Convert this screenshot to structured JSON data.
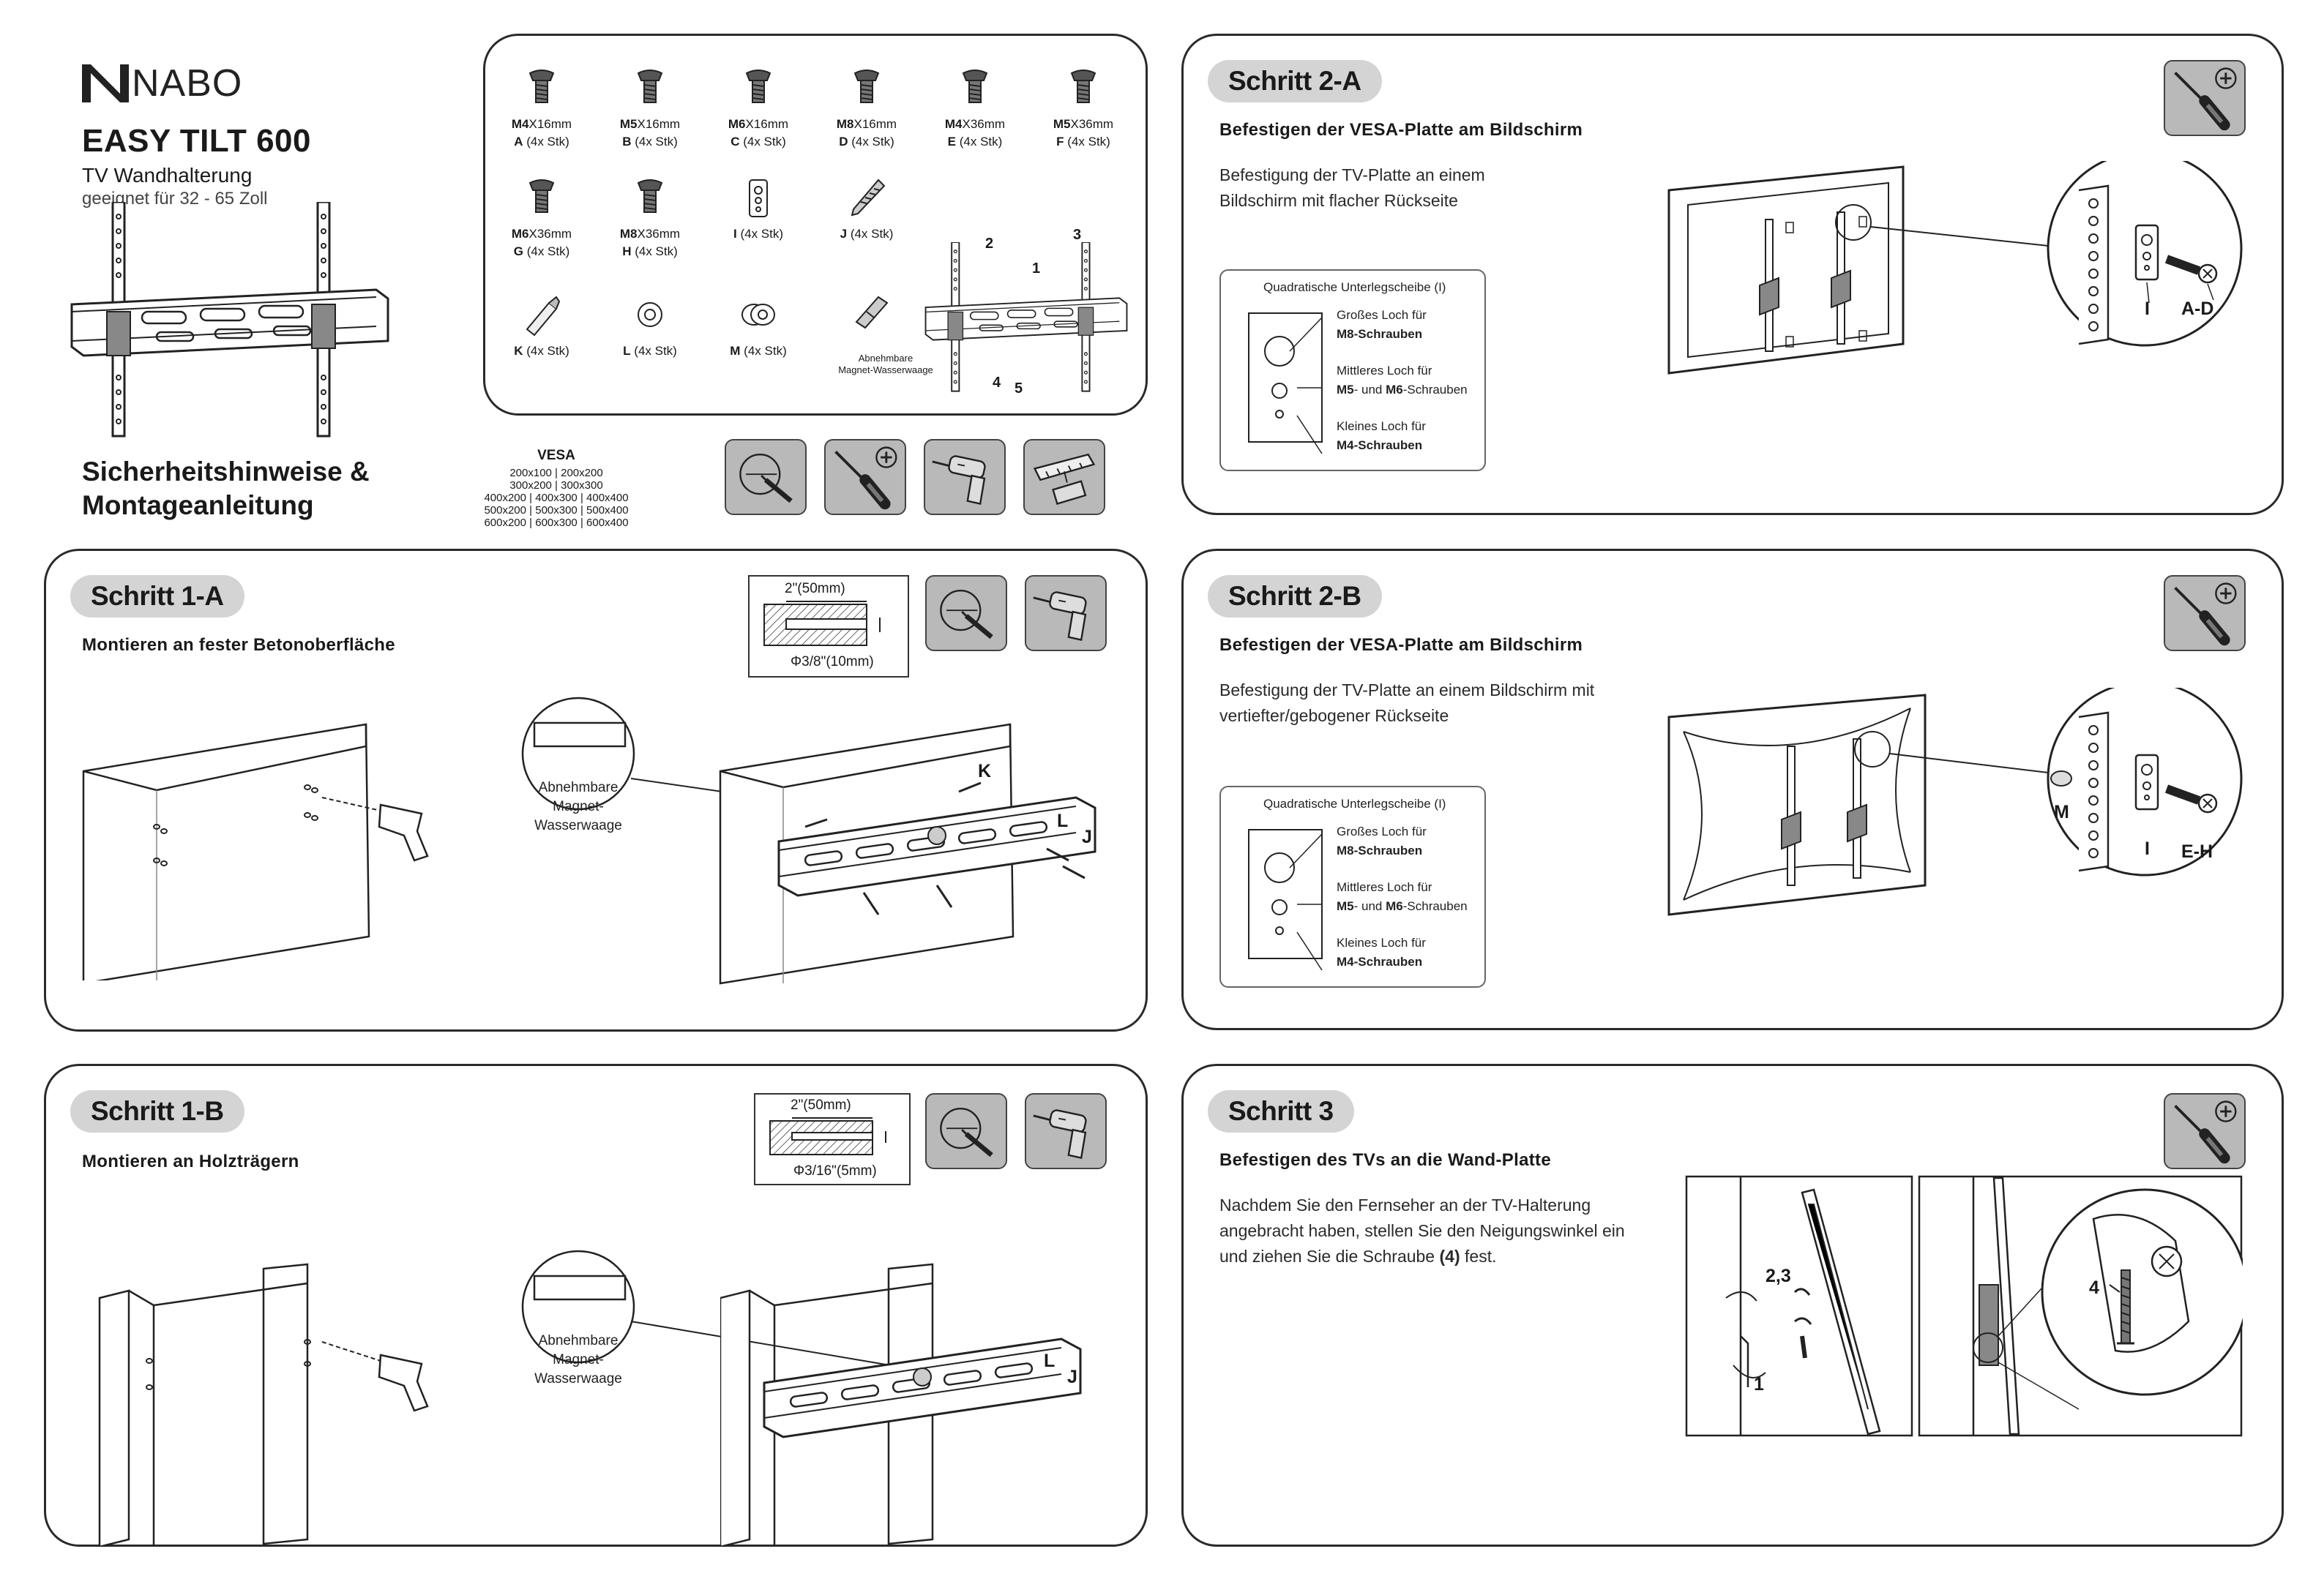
{
  "header": {
    "brand": "NABO",
    "product": "EASY TILT 600",
    "subtitle": "TV Wandhalterung",
    "suitable": "geeignet für 32 - 65 Zoll",
    "manual_title_line1": "Sicherheitshinweise &",
    "manual_title_line2": "Montageanleitung"
  },
  "parts": [
    {
      "size_bold": "M4",
      "size_rest": "X16mm",
      "id": "A",
      "qty": "(4x Stk)"
    },
    {
      "size_bold": "M5",
      "size_rest": "X16mm",
      "id": "B",
      "qty": "(4x Stk)"
    },
    {
      "size_bold": "M6",
      "size_rest": "X16mm",
      "id": "C",
      "qty": "(4x Stk)"
    },
    {
      "size_bold": "M8",
      "size_rest": "X16mm",
      "id": "D",
      "qty": "(4x Stk)"
    },
    {
      "size_bold": "M4",
      "size_rest": "X36mm",
      "id": "E",
      "qty": "(4x Stk)"
    },
    {
      "size_bold": "M5",
      "size_rest": "X36mm",
      "id": "F",
      "qty": "(4x Stk)"
    },
    {
      "size_bold": "M6",
      "size_rest": "X36mm",
      "id": "G",
      "qty": "(4x Stk)"
    },
    {
      "size_bold": "M8",
      "size_rest": "X36mm",
      "id": "H",
      "qty": "(4x Stk)"
    },
    {
      "size_bold": "",
      "size_rest": "",
      "id": "I",
      "qty": "(4x Stk)"
    },
    {
      "size_bold": "",
      "size_rest": "",
      "id": "J",
      "qty": "(4x Stk)"
    },
    {
      "size_bold": "",
      "size_rest": "",
      "id": "K",
      "qty": "(4x Stk)"
    },
    {
      "size_bold": "",
      "size_rest": "",
      "id": "L",
      "qty": "(4x Stk)"
    },
    {
      "size_bold": "",
      "size_rest": "",
      "id": "M",
      "qty": "(4x Stk)"
    }
  ],
  "level_part": {
    "line1": "Abnehmbare",
    "line2": "Magnet-Wasserwaage"
  },
  "bracket_callouts": [
    "1",
    "2",
    "3",
    "4",
    "5"
  ],
  "vesa": {
    "title": "VESA",
    "rows": [
      "200x100 | 200x200",
      "300x200 | 300x300",
      "400x200 | 400x300 | 400x400",
      "500x200 | 500x300 | 500x400",
      "600x200 | 600x300 | 600x400"
    ]
  },
  "level_callout": {
    "line1": "Abnehmbare",
    "line2": "Magnet-Wasserwaage"
  },
  "step1a": {
    "title": "Schritt 1-A",
    "subtitle": "Montieren an fester Betonoberfläche",
    "drill_width": "2\"(50mm)",
    "drill_diameter": "Φ3/8\"(10mm)",
    "labels": [
      "K",
      "L",
      "J"
    ]
  },
  "step1b": {
    "title": "Schritt 1-B",
    "subtitle": "Montieren an Holzträgern",
    "drill_width": "2\"(50mm)",
    "drill_diameter": "Φ3/16\"(5mm)",
    "labels": [
      "L",
      "J"
    ]
  },
  "step2a": {
    "title": "Schritt 2-A",
    "subtitle": "Befestigen der VESA-Platte am Bildschirm",
    "body_line1": "Befestigung der TV-Platte an einem",
    "body_line2": "Bildschirm mit flacher Rückseite",
    "info_title": "Quadratische Unterlegscheibe (I)",
    "large_hole": "Großes Loch für",
    "large_hole_screw": "M8-Schrauben",
    "medium_hole": "Mittleres Loch für",
    "medium_hole_screw_a": "M5",
    "medium_hole_screw_b": "- und ",
    "medium_hole_screw_c": "M6",
    "medium_hole_screw_d": "-Schrauben",
    "small_hole": "Kleines Loch für",
    "small_hole_screw": "M4-Schrauben",
    "labels": [
      "I",
      "A-D"
    ]
  },
  "step2b": {
    "title": "Schritt 2-B",
    "subtitle": "Befestigen der VESA-Platte am Bildschirm",
    "body_line1": "Befestigung der TV-Platte an einem Bildschirm mit",
    "body_line2": "vertiefter/gebogener Rückseite",
    "info_title": "Quadratische Unterlegscheibe (I)",
    "large_hole": "Großes Loch für",
    "large_hole_screw": "M8-Schrauben",
    "medium_hole": "Mittleres Loch für",
    "medium_hole_screw_a": "M5",
    "medium_hole_screw_b": "- und ",
    "medium_hole_screw_c": "M6",
    "medium_hole_screw_d": "-Schrauben",
    "small_hole": "Kleines Loch für",
    "small_hole_screw": "M4-Schrauben",
    "labels": [
      "M",
      "I",
      "E-H"
    ]
  },
  "step3": {
    "title": "Schritt 3",
    "subtitle": "Befestigen des TVs an die Wand-Platte",
    "body_line1": "Nachdem Sie den Fernseher an der TV-Halterung",
    "body_line2": "angebracht haben, stellen Sie den Neigungswinkel ein",
    "body_line3_a": "und ziehen Sie die Schraube ",
    "body_line3_b": "(4)",
    "body_line3_c": " fest.",
    "labels": [
      "2,3",
      "1",
      "4"
    ]
  },
  "colors": {
    "tool_bg": "#b9b9b9",
    "pill_bg": "#d4d4d4",
    "line": "#222222"
  },
  "tools": [
    "scriber-icon",
    "screwdriver-icon",
    "drill-icon",
    "tape-measure-icon"
  ]
}
